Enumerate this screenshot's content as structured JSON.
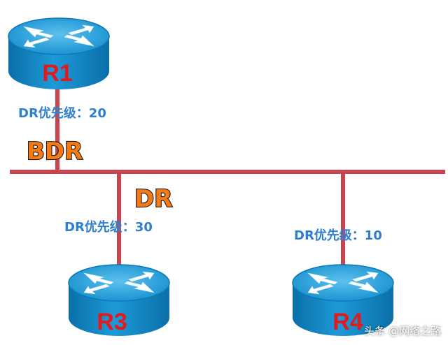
{
  "routers": [
    {
      "name": "R1",
      "priority_text": "DR优先级：20",
      "role": "BDR"
    },
    {
      "name": "R3",
      "priority_text": "DR优先级：30",
      "role": "DR"
    },
    {
      "name": "R4",
      "priority_text": "DR优先级：10",
      "role": ""
    }
  ],
  "watermark": "头条 @网络之路",
  "colors": {
    "link": "#c8444f",
    "router_body": "#0f8bc9",
    "router_top": "#2aa3dc",
    "router_label": "#e3191b",
    "priority_text": "#2f7fcf",
    "role_text": "#f57a14"
  }
}
